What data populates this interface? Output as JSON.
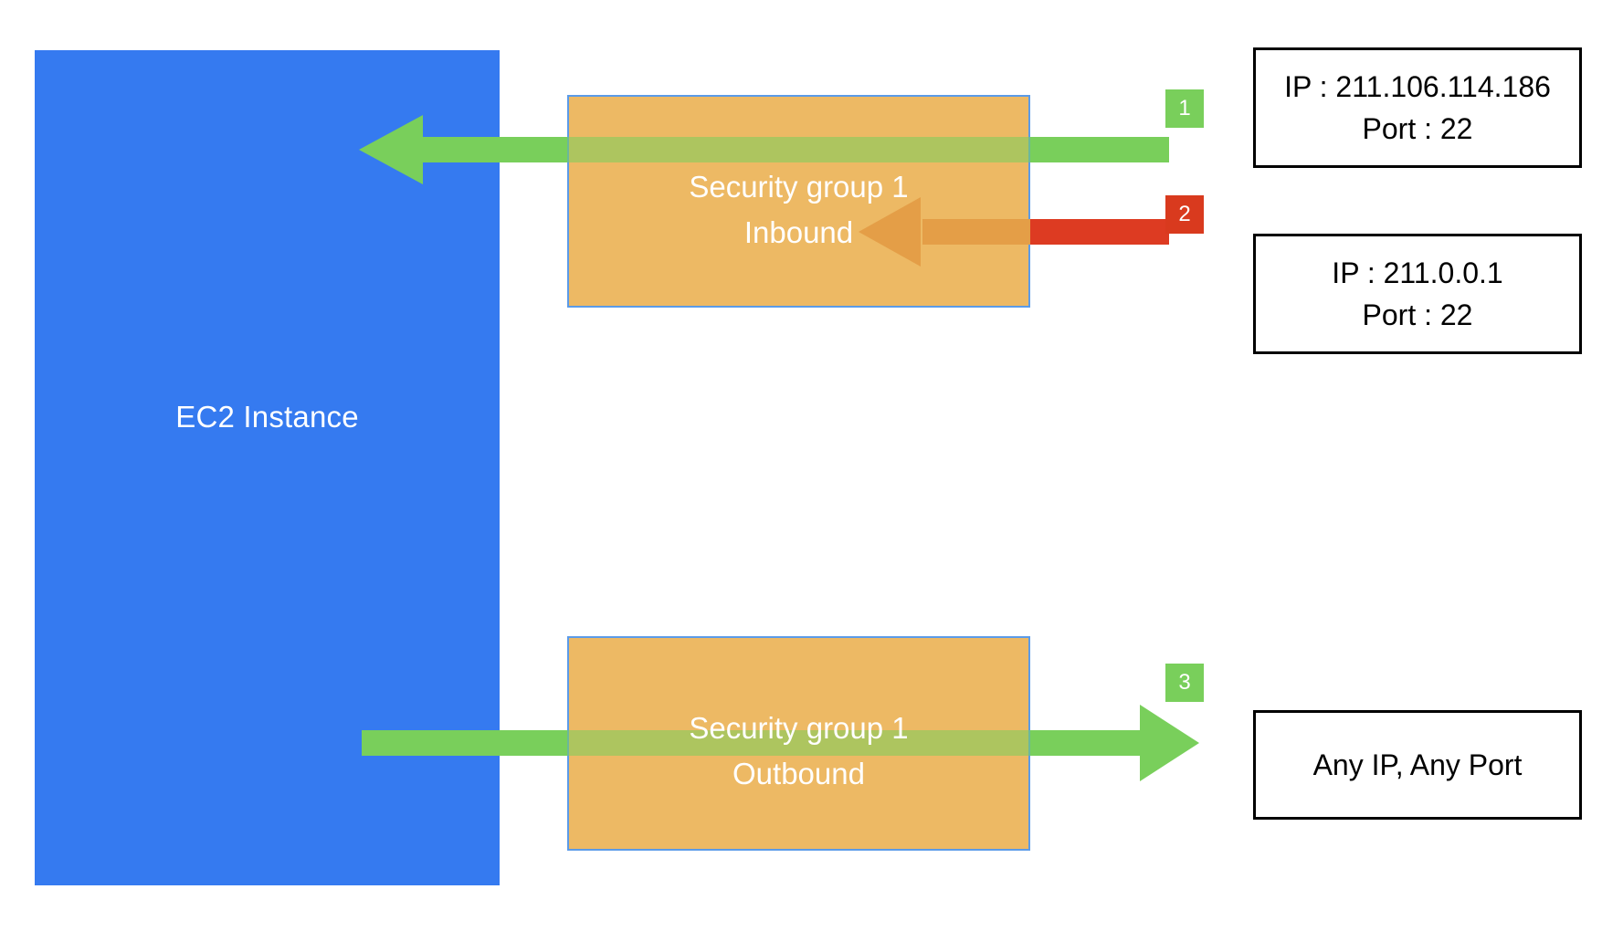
{
  "diagram": {
    "title": "AWS EC2 security group inbound and outbound rules",
    "colors": {
      "ec2_blue": "#357AF0",
      "security_group_fill": "#EDB964",
      "security_group_border": "#5B9BE8",
      "allow_green": "#79CF5B",
      "deny_red": "#DD3B22",
      "blocked_arrow": "#E49E47",
      "box_border": "#000000",
      "background": "#FFFFFF"
    }
  },
  "ec2": {
    "label": "EC2 Instance"
  },
  "security_groups": [
    {
      "id": "inbound",
      "line1": "Security group 1",
      "line2": "Inbound"
    },
    {
      "id": "outbound",
      "line1": "Security group 1",
      "line2": "Outbound"
    }
  ],
  "badges": [
    {
      "id": "badge-1",
      "label": "1",
      "color": "#79CF5B",
      "state": "allowed"
    },
    {
      "id": "badge-2",
      "label": "2",
      "color": "#D93A1E",
      "state": "denied"
    },
    {
      "id": "badge-3",
      "label": "3",
      "color": "#79CF5B",
      "state": "allowed"
    }
  ],
  "endpoints": [
    {
      "id": "endpoint-1",
      "line1": "IP : 211.106.114.186",
      "line2": "Port : 22"
    },
    {
      "id": "endpoint-2",
      "line1": "IP : 211.0.0.1",
      "line2": "Port : 22"
    },
    {
      "id": "endpoint-3",
      "line1": "Any IP, Any Port",
      "line2": ""
    }
  ],
  "flows": [
    {
      "id": "flow-inbound-allowed",
      "direction": "left",
      "color": "#79CF5B",
      "status": "allowed"
    },
    {
      "id": "flow-inbound-denied",
      "direction": "left",
      "color": "#DD3B22",
      "status": "denied"
    },
    {
      "id": "flow-outbound-allowed",
      "direction": "right",
      "color": "#79CF5B",
      "status": "allowed"
    }
  ]
}
